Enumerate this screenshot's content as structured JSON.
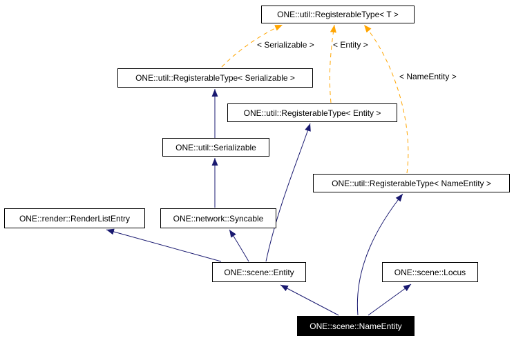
{
  "diagram": {
    "kind": "class-inheritance-graph",
    "nodes": {
      "registerable_t": {
        "label": "ONE::util::RegisterableType< T >"
      },
      "registerable_serializable": {
        "label": "ONE::util::RegisterableType< Serializable >"
      },
      "registerable_entity": {
        "label": "ONE::util::RegisterableType< Entity >"
      },
      "serializable": {
        "label": "ONE::util::Serializable"
      },
      "registerable_nameentity": {
        "label": "ONE::util::RegisterableType< NameEntity >"
      },
      "renderlistentry": {
        "label": "ONE::render::RenderListEntry"
      },
      "syncable": {
        "label": "ONE::network::Syncable"
      },
      "entity": {
        "label": "ONE::scene::Entity"
      },
      "locus": {
        "label": "ONE::scene::Locus"
      },
      "nameentity": {
        "label": "ONE::scene::NameEntity",
        "highlighted": true
      }
    },
    "edge_labels": {
      "serializable": "< Serializable >",
      "entity": "< Entity >",
      "nameentity": "< NameEntity >"
    },
    "edges": [
      {
        "from": "ONE::util::Serializable",
        "to": "ONE::util::RegisterableType< Serializable >",
        "type": "inheritance"
      },
      {
        "from": "ONE::network::Syncable",
        "to": "ONE::util::Serializable",
        "type": "inheritance"
      },
      {
        "from": "ONE::scene::Entity",
        "to": "ONE::render::RenderListEntry",
        "type": "inheritance"
      },
      {
        "from": "ONE::scene::Entity",
        "to": "ONE::network::Syncable",
        "type": "inheritance"
      },
      {
        "from": "ONE::scene::Entity",
        "to": "ONE::util::RegisterableType< Entity >",
        "type": "inheritance"
      },
      {
        "from": "ONE::scene::NameEntity",
        "to": "ONE::scene::Entity",
        "type": "inheritance"
      },
      {
        "from": "ONE::scene::NameEntity",
        "to": "ONE::scene::Locus",
        "type": "inheritance"
      },
      {
        "from": "ONE::scene::NameEntity",
        "to": "ONE::util::RegisterableType< NameEntity >",
        "type": "inheritance"
      },
      {
        "from": "ONE::util::RegisterableType< Serializable >",
        "to": "ONE::util::RegisterableType< T >",
        "type": "template-instantiation",
        "label": "< Serializable >"
      },
      {
        "from": "ONE::util::RegisterableType< Entity >",
        "to": "ONE::util::RegisterableType< T >",
        "type": "template-instantiation",
        "label": "< Entity >"
      },
      {
        "from": "ONE::util::RegisterableType< NameEntity >",
        "to": "ONE::util::RegisterableType< T >",
        "type": "template-instantiation",
        "label": "< NameEntity >"
      }
    ],
    "colors": {
      "inheritance_edge": "#191970",
      "template_edge": "#ffa500",
      "node_border": "#000000",
      "node_background": "#ffffff",
      "highlight_background": "#000000",
      "highlight_text": "#ffffff"
    }
  }
}
